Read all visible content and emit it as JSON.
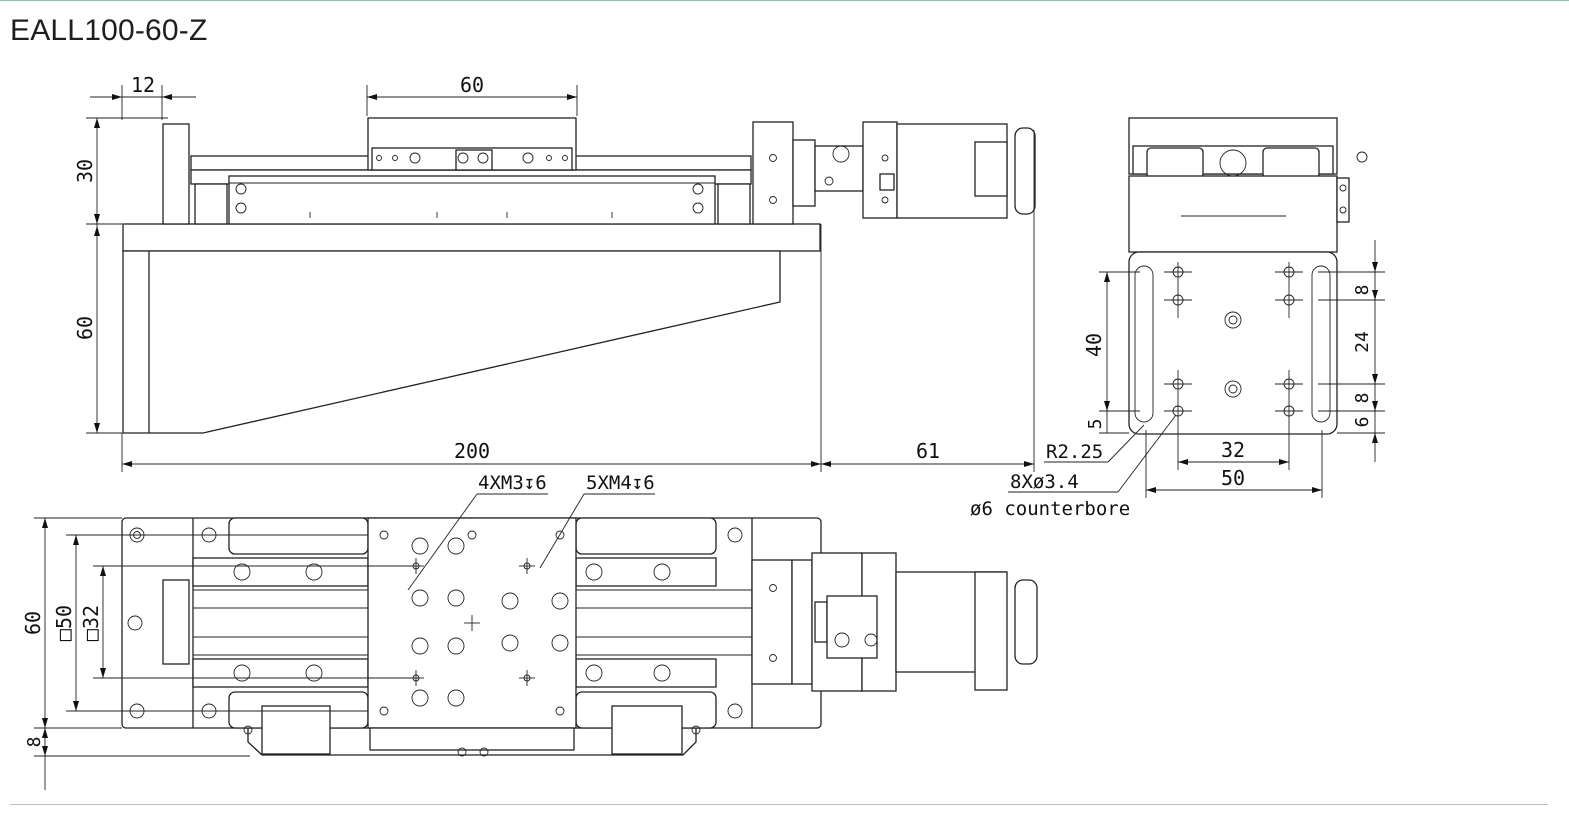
{
  "title": "EALL100-60-Z",
  "dimensions": {
    "top_width_12": "12",
    "top_carriage_60": "60",
    "height_30": "30",
    "height_60": "60",
    "length_200": "200",
    "motor_61": "61",
    "side_40": "40",
    "side_5": "5",
    "side_8_top": "8",
    "side_24": "24",
    "side_8_bottom": "8",
    "side_6": "6",
    "side_32": "32",
    "side_50": "50",
    "plan_60": "60",
    "plan_sq50": "□50",
    "plan_sq32": "□32",
    "plan_8": "8"
  },
  "notes": {
    "radius": "R2.25",
    "holes": "8Xø3.4",
    "counterbore": "ø6 counterbore",
    "thread_m3": "4XM3↧6",
    "thread_m4": "5XM4↧6"
  },
  "colors": {
    "accent_rule": "#7fc8b6",
    "line": "#222222"
  }
}
